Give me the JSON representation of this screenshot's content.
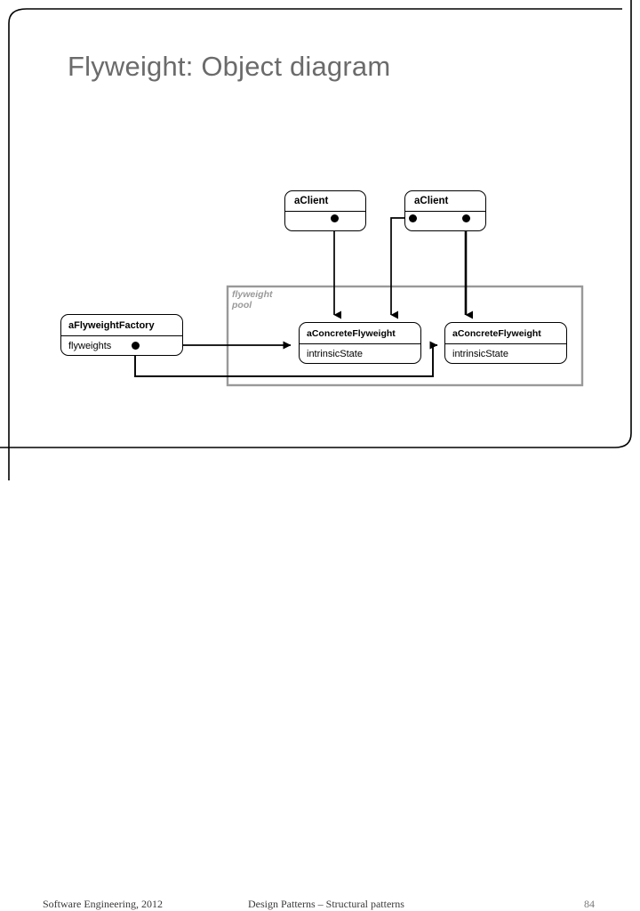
{
  "slide": {
    "title": "Flyweight: Object diagram",
    "title_color": "#6b6b6b",
    "background": "#ffffff"
  },
  "diagram": {
    "type": "uml-object-diagram",
    "pool_label": "flyweight\npool",
    "pool_label_color": "#9a9a9a",
    "pool_border_color": "#999999",
    "line_color": "#000000",
    "objects": [
      {
        "id": "client-1",
        "name": "aClient",
        "attribute": ""
      },
      {
        "id": "client-2",
        "name": "aClient",
        "attribute": ""
      },
      {
        "id": "factory",
        "name": "aFlyweightFactory",
        "attribute": "flyweights"
      },
      {
        "id": "concrete-flyweight-1",
        "name": "aConcreteFlyweight",
        "attribute": "intrinsicState"
      },
      {
        "id": "concrete-flyweight-2",
        "name": "aConcreteFlyweight",
        "attribute": "intrinsicState"
      }
    ],
    "links": [
      {
        "from": "client-1",
        "to": "concrete-flyweight-1"
      },
      {
        "from": "client-2",
        "to": "concrete-flyweight-1"
      },
      {
        "from": "client-2",
        "to": "concrete-flyweight-2"
      },
      {
        "from": "factory",
        "to": "concrete-flyweight-1"
      },
      {
        "from": "factory",
        "to": "concrete-flyweight-2"
      }
    ]
  },
  "footer": {
    "left": "Software Engineering, 2012",
    "center": "Design Patterns – Structural patterns",
    "page": "84"
  }
}
